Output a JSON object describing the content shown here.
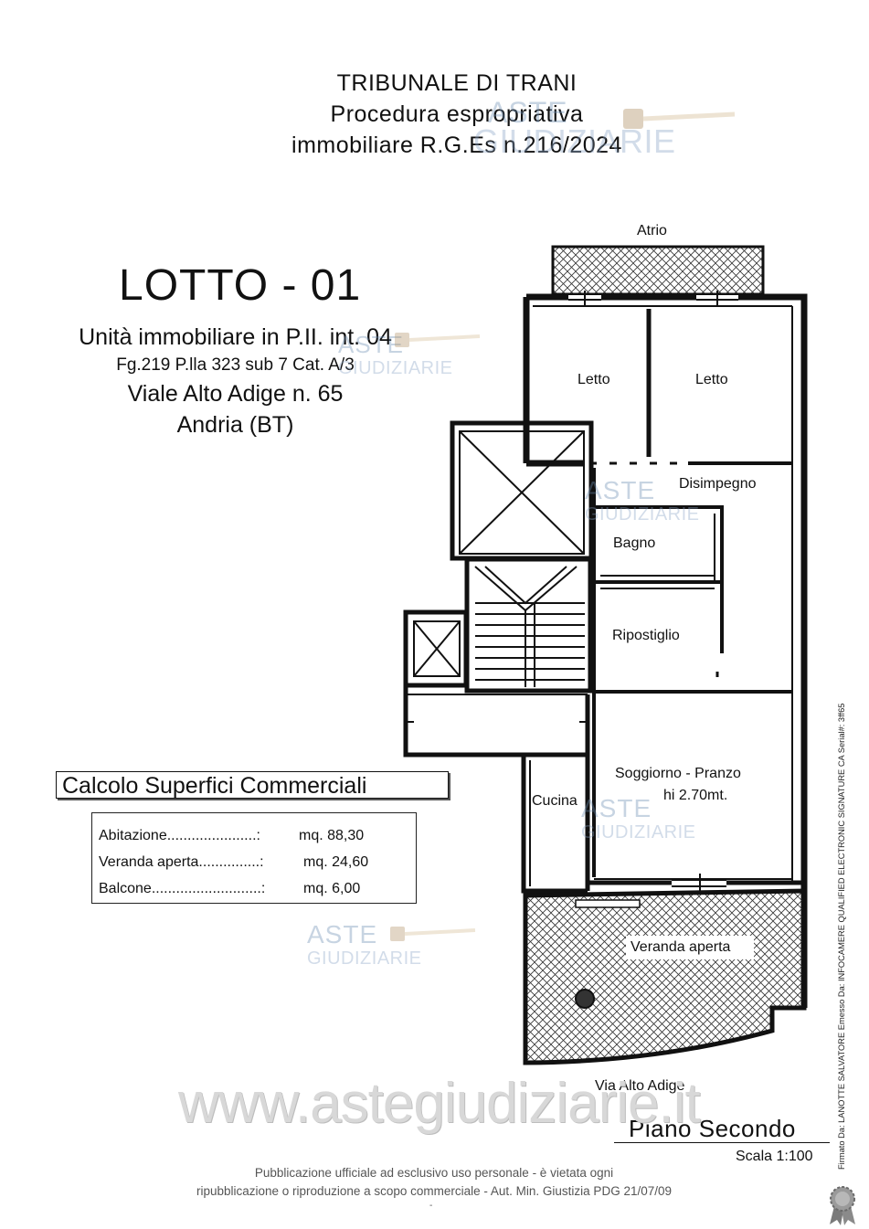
{
  "header": {
    "line1": "TRIBUNALE DI TRANI",
    "line2": "Procedura espropriativa",
    "line3": "immobiliare R.G.Es n.216/2024"
  },
  "lotto": "LOTTO - 01",
  "unit": {
    "line1": "Unità immobiliare in P.II. int. 04",
    "line2": "Fg.219 P.lla 323 sub 7 Cat. A/3",
    "line3": "Viale Alto Adige n. 65",
    "line4": "Andria (BT)"
  },
  "calc": {
    "title": "Calcolo Superfici Commerciali",
    "rows": [
      {
        "label": "Abitazione......................:",
        "value": "mq.  88,30"
      },
      {
        "label": "Veranda aperta...............:",
        "value": "mq.  24,60"
      },
      {
        "label": "Balcone...........................:",
        "value": "mq.   6,00"
      }
    ]
  },
  "rooms": {
    "atrio": "Atrio",
    "letto1": "Letto",
    "letto2": "Letto",
    "disimpegno": "Disimpegno",
    "bagno": "Bagno",
    "ripostiglio": "Ripostiglio",
    "soggiorno": "Soggiorno - Pranzo",
    "height": "hi 2.70mt.",
    "cucina": "Cucina",
    "veranda": "Veranda aperta",
    "street": "Via Alto Adige"
  },
  "plan": {
    "title": "Piano Secondo",
    "scale": "Scala 1:100"
  },
  "footer": {
    "line1": "Pubblicazione ufficiale ad esclusivo uso personale - è vietata ogni",
    "line2": "ripubblicazione o riproduzione a scopo commerciale - Aut. Min. Giustizia PDG 21/07/09",
    "dash": "-"
  },
  "signature": "Firmato Da: LANOTTE SALVATORE Emesso Da: INFOCAMERE QUALIFIED ELECTRONIC SIGNATURE CA Serial#: 3ff65",
  "watermark": {
    "aste": "ASTE",
    "giudiziarie": "GIUDIZIARIE",
    "url": "www.astegiudiziarie.it"
  },
  "icons": {
    "gavel": "gavel-icon",
    "seal": "certification-seal-icon"
  }
}
